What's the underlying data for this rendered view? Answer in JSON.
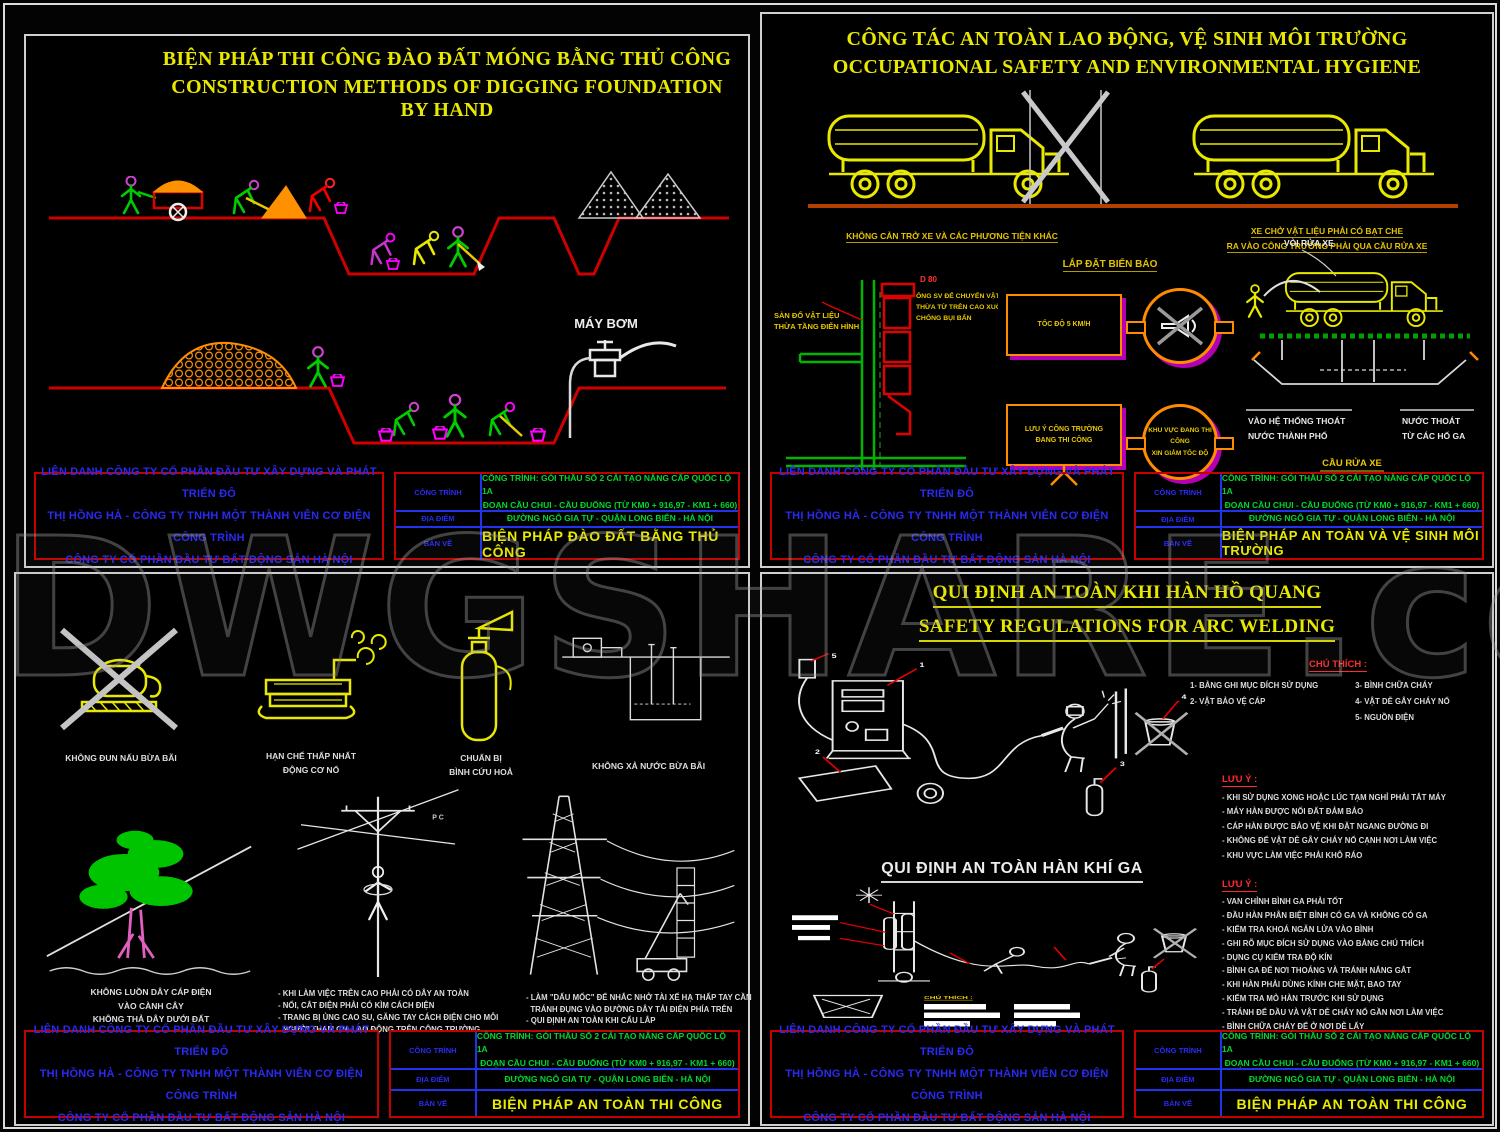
{
  "watermark": "DWGSHARE.com",
  "titleblock": {
    "company": [
      "LIÊN DANH CÔNG TY CỔ PHẦN ĐẦU TƯ XÂY DỰNG VÀ PHÁT TRIỂN ĐÔ",
      "THỊ HỒNG HÀ - CÔNG TY TNHH MỘT THÀNH VIÊN CƠ ĐIỆN CÔNG TRÌNH",
      "CÔNG TY CỔ PHẦN ĐẦU TƯ BẤT ĐỘNG SẢN HÀ NỘI"
    ],
    "labels": [
      "CÔNG TRÌNH",
      "ĐỊA ĐIỂM",
      "BẢN VẼ"
    ],
    "project_line1": "CÔNG TRÌNH: GÓI THẦU SỐ 2 CẢI TẠO NÂNG CẤP QUỐC LỘ 1A",
    "project_line2": "ĐOẠN CẦU CHUI - CẦU ĐUỐNG (TỪ KM0 + 916,97 - KM1 + 660)",
    "location": "ĐƯỜNG NGÔ GIA TỰ - QUẬN LONG BIÊN - HÀ NỘI",
    "drawing_names": {
      "dig": "BIỆN PHÁP ĐÀO ĐẤT BẰNG THỦ CÔNG",
      "env": "BIỆN PHÁP AN TOÀN VÀ VỆ SINH MÔI TRƯỜNG",
      "site": "BIỆN PHÁP AN TOÀN THI CÔNG",
      "weld": "BIỆN PHÁP AN TOÀN THI CÔNG"
    }
  },
  "dig": {
    "title_vi": "BIỆN PHÁP THI CÔNG ĐÀO ĐẤT MÓNG BẰNG THỦ CÔNG",
    "title_en": "CONSTRUCTION METHODS OF DIGGING FOUNDATION BY HAND",
    "pump_label": "MÁY BƠM"
  },
  "env": {
    "title_vi": "CÔNG TÁC AN TOÀN LAO ĐỘNG, VỆ SINH MÔI TRƯỜNG",
    "title_en": "OCCUPATIONAL SAFETY AND ENVIRONMENTAL HYGIENE",
    "truck_left_caption": "KHÔNG CẢN TRỞ XE VÀ CÁC PHƯƠNG TIỆN KHÁC",
    "truck_right_caption": [
      "XE CHỞ VẬT LIỆU PHẢI CÓ BẠT CHE",
      "RA VÀO CÔNG TRƯỜNG PHẢI QUA CẦU RỬA XE"
    ],
    "chute": {
      "label_left": [
        "SÀN ĐỔ VẬT LIỆU",
        "THỪA TẦNG ĐIỂN HÌNH"
      ],
      "dim": "D 80",
      "label_right": [
        "ỐNG SV ĐỂ CHUYỂN VẬT LIỆU",
        "THỪA TỪ TRÊN CAO XUỐNG",
        "CHỐNG BỤI BẨN"
      ]
    },
    "signs": {
      "heading": "LẮP ĐẶT BIỂN BÁO",
      "rect1": "TỐC ĐỘ 5 KM/H",
      "rect2": [
        "LƯU Ý CÔNG TRƯỜNG",
        "ĐANG THI CÔNG"
      ],
      "circle2": [
        "KHU VỰC ĐANG THI CÔNG",
        "XIN GIẢM TỐC ĐỘ"
      ]
    },
    "wash": {
      "hose_label": "VÒI RỬA XE",
      "drain_left": [
        "VÀO HỆ THỐNG THOÁT",
        "NƯỚC THÀNH PHỐ"
      ],
      "drain_right": [
        "NƯỚC THOÁT",
        "TỪ CÁC HỐ GA"
      ],
      "caption": "CẦU RỬA XE"
    }
  },
  "site": {
    "picto_captions": {
      "stove": "KHÔNG ĐUN NẤU BỪA BÃI",
      "engine": [
        "HẠN CHẾ THẤP NHẤT",
        "ĐỘNG CƠ NỔ"
      ],
      "extinguisher": [
        "CHUẨN BỊ",
        "BÌNH CỨU HOẢ"
      ],
      "pump": "KHÔNG XẢ NƯỚC BỪA BÃI"
    },
    "tree_caption": [
      "KHÔNG LUỒN DÂY CÁP ĐIỆN",
      "VÀO CÀNH CÂY",
      "KHÔNG THẢ DÂY DƯỚI ĐẤT"
    ],
    "pole_label": "P C",
    "pole_notes": [
      "- KHI LÀM VIỆC TRÊN CAO PHẢI CÓ DÂY AN TOÀN",
      "- NỐI, CẮT ĐIỆN PHẢI CÓ KÌM CÁCH ĐIỆN",
      "- TRANG BỊ ỦNG CAO SU, GĂNG TAY CÁCH ĐIỆN CHO MỖI",
      "  NGƯỜI THAM GIA LAO ĐỘNG TRÊN CÔNG TRƯỜNG"
    ],
    "tower_notes": [
      "- LÀM \"DẤU MỐC\" ĐỂ NHẮC NHỞ TÀI XẾ HẠ THẤP TAY CẦN",
      "  TRÁNH ĐỤNG VÀO ĐƯỜNG DÂY TẢI ĐIỆN PHÍA TRÊN",
      "- QUI ĐỊNH AN TOÀN KHI CẨU LẮP"
    ]
  },
  "weld": {
    "title_vi": "QUI ĐỊNH AN TOÀN KHI HÀN HỒ QUANG",
    "title_en": "SAFETY REGULATIONS FOR ARC WELDING",
    "legend_heading": "CHÚ THÍCH :",
    "legend_col1": [
      "1- BẢNG GHI MỤC ĐÍCH SỬ DỤNG",
      "2- VẬT BẢO VỆ CÁP"
    ],
    "legend_col2": [
      "3- BÌNH CHỮA CHÁY",
      "4- VẬT DỄ GÂY CHÁY NỔ",
      "5- NGUỒN ĐIỆN"
    ],
    "notes_heading": "LƯU Ý :",
    "arc_notes": [
      "- KHI SỬ DỤNG XONG HOẶC LÚC TẠM NGHỈ PHẢI TẮT MÁY",
      "- MÁY HÀN ĐƯỢC NỐI ĐẤT ĐẢM BẢO",
      "- CÁP HÀN ĐƯỢC BẢO VỆ KHI ĐẶT NGANG ĐƯỜNG ĐI",
      "- KHÔNG ĐỂ VẬT DỄ GÂY CHÁY NỔ CẠNH NƠI LÀM VIỆC",
      "- KHU VỰC LÀM VIỆC PHẢI KHÔ RÁO"
    ],
    "gas_heading": "QUI ĐỊNH AN TOÀN HÀN KHÍ GA",
    "gas_legend_heading": "CHÚ THÍCH :",
    "gas_notes_heading": "LƯU Ý :",
    "gas_notes": [
      "- VAN CHỈNH BÌNH GA PHẢI TỐT",
      "- ĐẦU HÀN PHÂN BIỆT BÌNH CÓ GA VÀ KHÔNG CÓ GA",
      "- KIỂM TRA KHOÁ NGĂN LỬA VÀO BÌNH",
      "- GHI RÕ MỤC ĐÍCH SỬ DỤNG VÀO BẢNG CHÚ THÍCH",
      "- DỤNG CỤ KIỂM TRA ĐỘ KÍN",
      "- BÌNH GA ĐỂ NƠI THOÁNG VÀ TRÁNH NẮNG GẮT",
      "- KHI HÀN PHẢI DÙNG KÍNH CHE MẶT, BAO TAY",
      "- KIỂM TRA MỎ HÀN TRƯỚC KHI SỬ DỤNG",
      "- TRÁNH ĐỂ DẦU VÀ VẬT DỄ CHÁY NỔ GẦN NƠI LÀM VIỆC",
      "- BÌNH CHỮA CHÁY ĐỂ Ở NƠI DỄ LẤY"
    ],
    "leader_numbers": [
      "1",
      "2",
      "3",
      "4",
      "5"
    ]
  }
}
